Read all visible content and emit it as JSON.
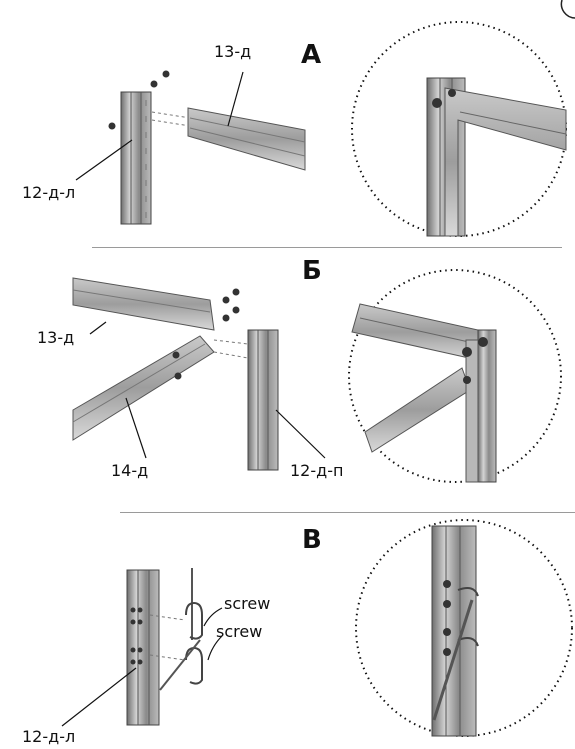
{
  "steps": {
    "a": {
      "letter": "А",
      "labels": {
        "beam": "13-д",
        "post": "12-д-л"
      }
    },
    "b": {
      "letter": "Б",
      "labels": {
        "beam": "13-д",
        "brace": "14-д",
        "post": "12-д-п"
      }
    },
    "c": {
      "letter": "В",
      "labels": {
        "screw_top": "screw",
        "screw_bottom": "screw",
        "post": "12-д-л"
      }
    }
  }
}
